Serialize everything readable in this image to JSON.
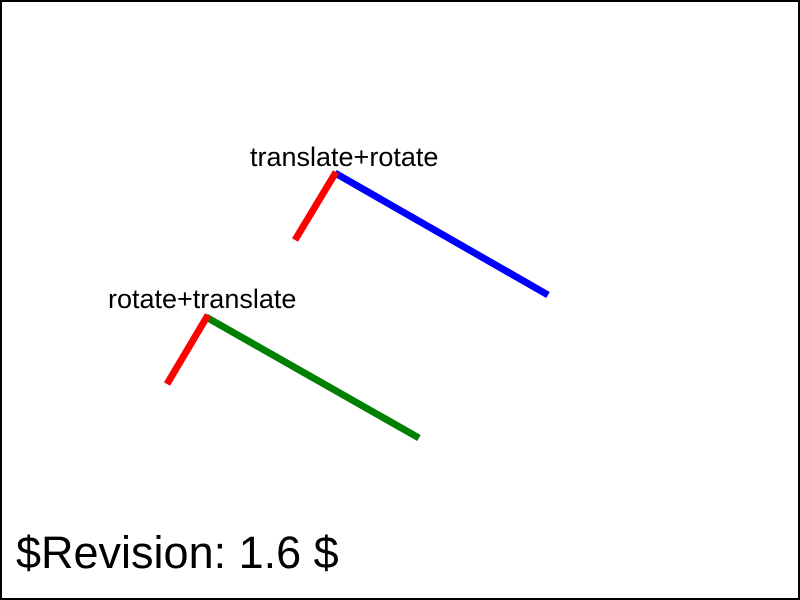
{
  "labels": {
    "translate_rotate": "translate+rotate",
    "rotate_translate": "rotate+translate",
    "revision": "$Revision: 1.6 $"
  },
  "colors": {
    "border": "#000000",
    "y_axis": "#ff0000",
    "x_axis_translate_rotate": "#0000ff",
    "x_axis_rotate_translate": "#008000",
    "text": "#000000"
  }
}
